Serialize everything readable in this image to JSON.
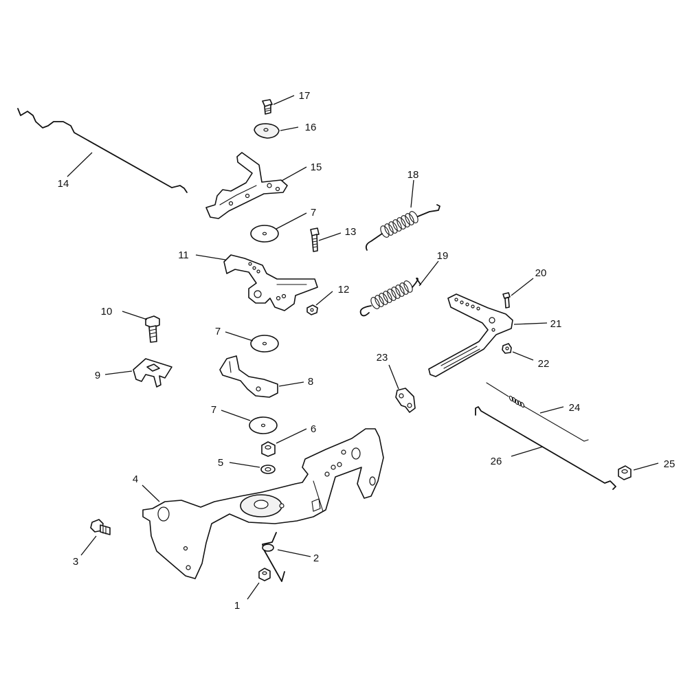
{
  "diagram": {
    "labels": [
      {
        "id": "1",
        "text": "1"
      },
      {
        "id": "2",
        "text": "2"
      },
      {
        "id": "3",
        "text": "3"
      },
      {
        "id": "4",
        "text": "4"
      },
      {
        "id": "5",
        "text": "5"
      },
      {
        "id": "6",
        "text": "6"
      },
      {
        "id": "7a",
        "text": "7"
      },
      {
        "id": "7b",
        "text": "7"
      },
      {
        "id": "7c",
        "text": "7"
      },
      {
        "id": "8",
        "text": "8"
      },
      {
        "id": "9",
        "text": "9"
      },
      {
        "id": "10",
        "text": "10"
      },
      {
        "id": "11",
        "text": "11"
      },
      {
        "id": "12",
        "text": "12"
      },
      {
        "id": "13",
        "text": "13"
      },
      {
        "id": "14",
        "text": "14"
      },
      {
        "id": "15",
        "text": "15"
      },
      {
        "id": "16",
        "text": "16"
      },
      {
        "id": "17",
        "text": "17"
      },
      {
        "id": "18",
        "text": "18"
      },
      {
        "id": "19",
        "text": "19"
      },
      {
        "id": "20",
        "text": "20"
      },
      {
        "id": "21",
        "text": "21"
      },
      {
        "id": "22",
        "text": "22"
      },
      {
        "id": "23",
        "text": "23"
      },
      {
        "id": "24",
        "text": "24"
      },
      {
        "id": "25",
        "text": "25"
      },
      {
        "id": "26",
        "text": "26"
      }
    ]
  }
}
